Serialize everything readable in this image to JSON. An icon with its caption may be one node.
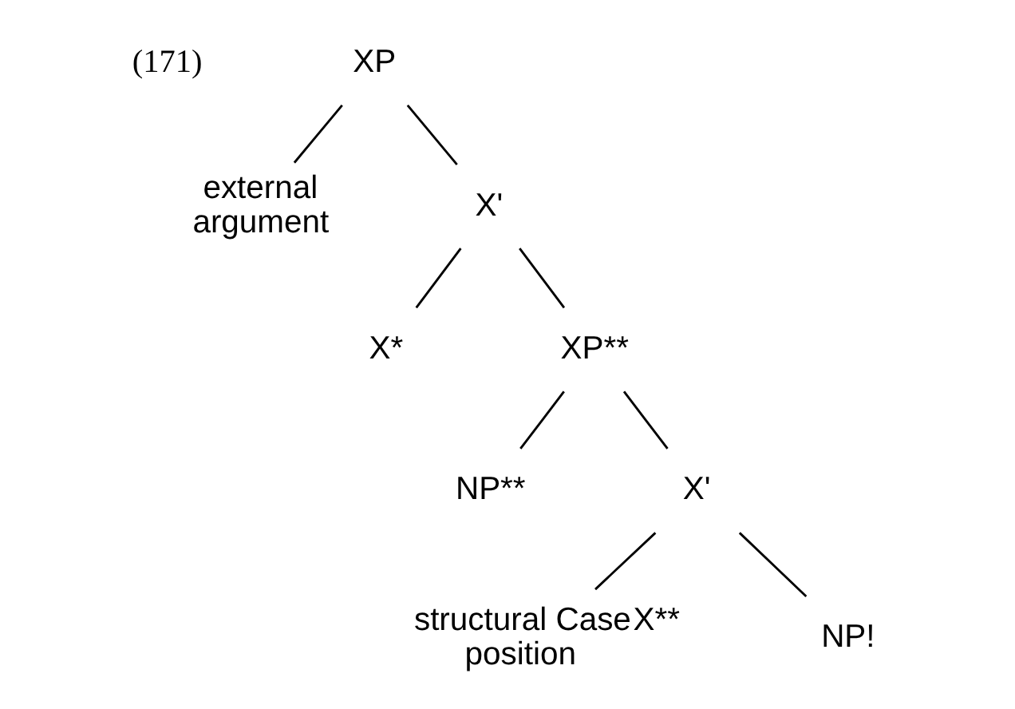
{
  "diagram": {
    "nodes": [
      {
        "text": [
          "XP"
        ]
      },
      {
        "text": [
          "external argument"
        ]
      },
      {
        "text": [
          "X'"
        ]
      },
      {
        "text": [
          "X*"
        ]
      },
      {
        "text": [
          "XP**"
        ]
      },
      {
        "text": [
          "NP**"
        ]
      },
      {
        "text": [
          "X'"
        ]
      },
      {
        "text": [
          "X**"
        ],
        "beside": [
          "structural Case position"
        ]
      },
      {
        "text": [
          "NP!"
        ]
      }
    ],
    "edges": [
      {
        "from": 0,
        "to": 1,
        "arrow": "none"
      },
      {
        "from": 0,
        "to": 2,
        "arrow": "none"
      },
      {
        "from": 2,
        "to": 3,
        "arrow": "none"
      },
      {
        "from": 2,
        "to": 4,
        "arrow": "none"
      },
      {
        "from": 4,
        "to": 5,
        "arrow": "none"
      },
      {
        "from": 4,
        "to": 6,
        "arrow": "none"
      },
      {
        "from": 6,
        "to": 7,
        "arrow": "none"
      },
      {
        "from": 6,
        "to": 8,
        "arrow": "none"
      }
    ],
    "labels": [
      "(171)"
    ]
  }
}
